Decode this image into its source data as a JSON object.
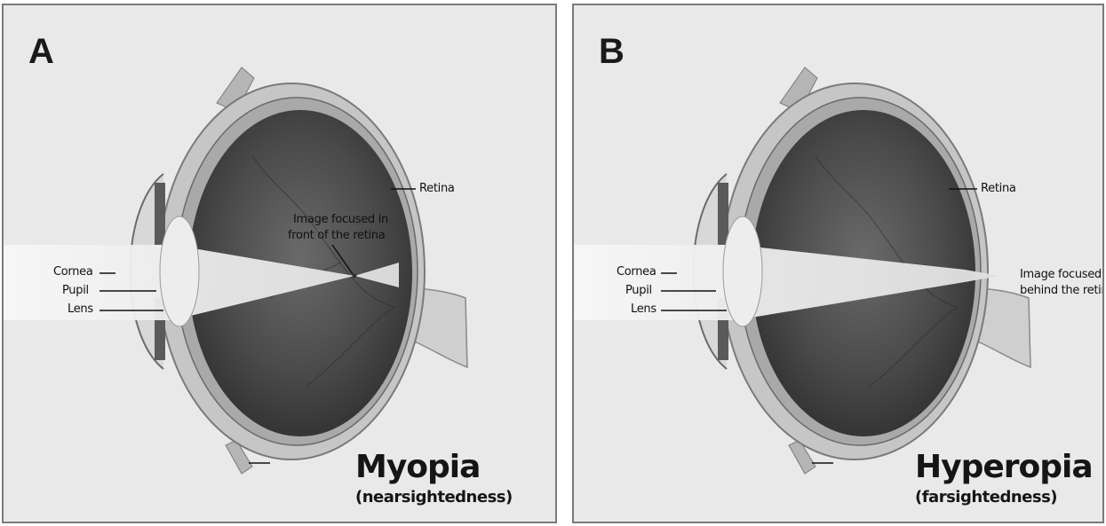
{
  "panels": [
    {
      "letter": "A",
      "condition": "Myopia",
      "condition_detail": "(nearsightedness)",
      "labels": {
        "cornea": "Cornea",
        "pupil": "Pupil",
        "lens": "Lens",
        "retina": "Retina",
        "focus_line1": "Image focused in",
        "focus_line2": "front of the retina"
      }
    },
    {
      "letter": "B",
      "condition": "Hyperopia",
      "condition_detail": "(farsightedness)",
      "labels": {
        "cornea": "Cornea",
        "pupil": "Pupil",
        "lens": "Lens",
        "retina": "Retina",
        "focus_line1": "Image focused",
        "focus_line2": "behind the retina"
      }
    }
  ],
  "colors": {
    "background": "#e9e9e9",
    "eye_interior": "#3e3e3e",
    "sclera": "#bdbdbd",
    "light_beam": "#f4f4f4"
  }
}
